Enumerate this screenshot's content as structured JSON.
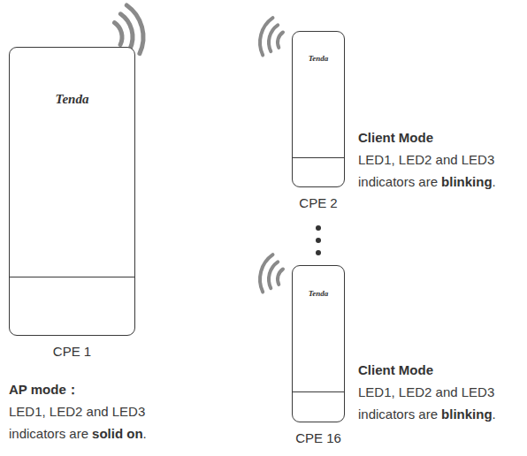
{
  "diagram": {
    "nodes": [
      {
        "text": [
          "Tenda",
          "CPE 1"
        ]
      },
      {
        "text": [
          "Tenda",
          "CPE 2"
        ]
      },
      {
        "text": [
          "Tenda",
          "CPE 16"
        ]
      }
    ],
    "labels": [
      "AP mode：",
      "LED1, LED2 and LED3 indicators are",
      "solid on",
      ".",
      "Client Mode",
      "LED1, LED2 and LED3 indicators are",
      "blinking",
      ".",
      "Client Mode",
      "LED1, LED2 and LED3 indicators are",
      "blinking",
      "."
    ]
  }
}
